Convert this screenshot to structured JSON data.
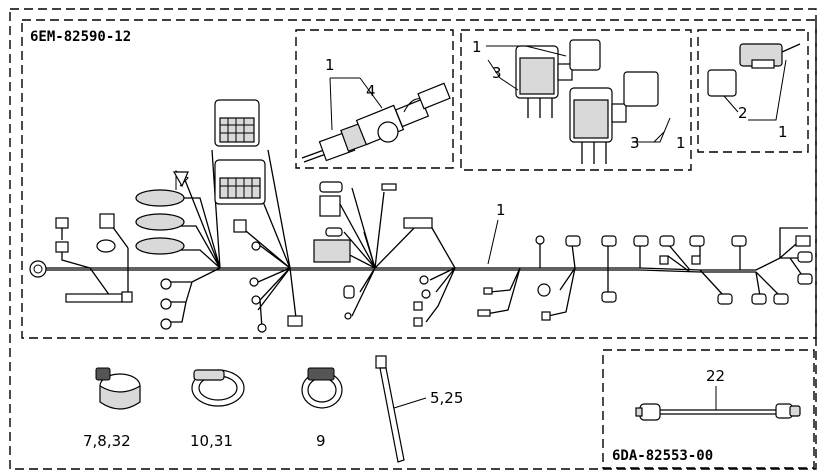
{
  "main_assembly": {
    "part_number": "6EM-82590-12",
    "label_wire_harness": "1",
    "detail_a": {
      "part_label": "1",
      "seal_label": "4"
    },
    "detail_b": {
      "part_label_top": "1",
      "cap_label_top": "3",
      "cap_label_bottom": "3",
      "part_label_bottom": "1"
    },
    "detail_c": {
      "cap_label": "2",
      "part_label": "1"
    }
  },
  "loose_parts": [
    {
      "label": "7,8,32"
    },
    {
      "label": "10,31"
    },
    {
      "label": "9"
    },
    {
      "label": "5,25"
    }
  ],
  "sub_assembly": {
    "part_number": "6DA-82553-00",
    "label": "22"
  }
}
